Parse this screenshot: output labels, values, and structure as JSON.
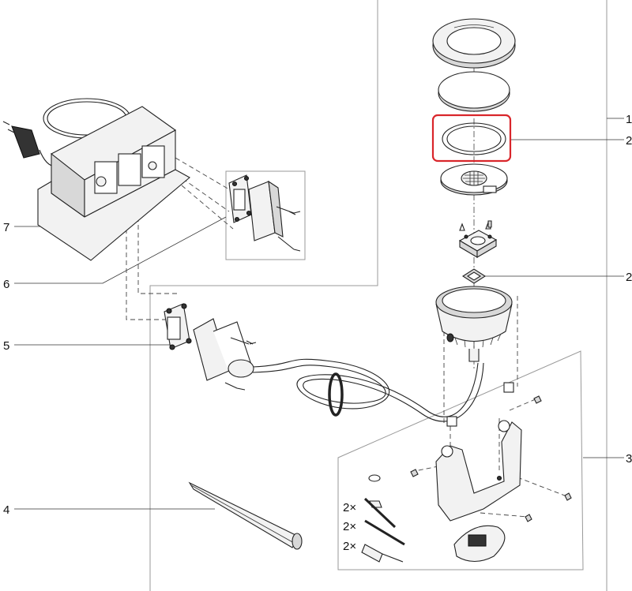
{
  "diagram": {
    "callouts": [
      {
        "id": "c1",
        "label": "1"
      },
      {
        "id": "c2a",
        "label": "2"
      },
      {
        "id": "c2b",
        "label": "2"
      },
      {
        "id": "c3",
        "label": "3"
      },
      {
        "id": "c4",
        "label": "4"
      },
      {
        "id": "c5",
        "label": "5"
      },
      {
        "id": "c6",
        "label": "6"
      },
      {
        "id": "c7",
        "label": "7"
      }
    ],
    "quantities": [
      "2×",
      "2×",
      "2×"
    ],
    "highlight_color": "#d9262b"
  }
}
